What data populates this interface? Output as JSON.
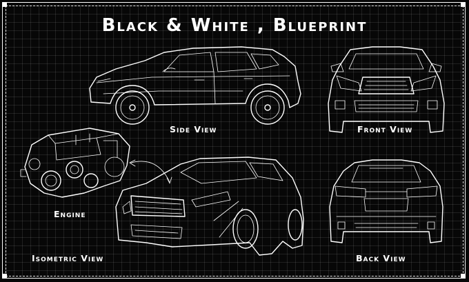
{
  "title": "Black & White , Blueprint",
  "labels": {
    "side_view": "Side View",
    "front_view": "Front View",
    "engine": "Engine",
    "isometric_view": "Isometric View",
    "back_view": "Back View"
  },
  "colors": {
    "background": "#070707",
    "line": "#ffffff",
    "grid": "#2a2a2a"
  }
}
